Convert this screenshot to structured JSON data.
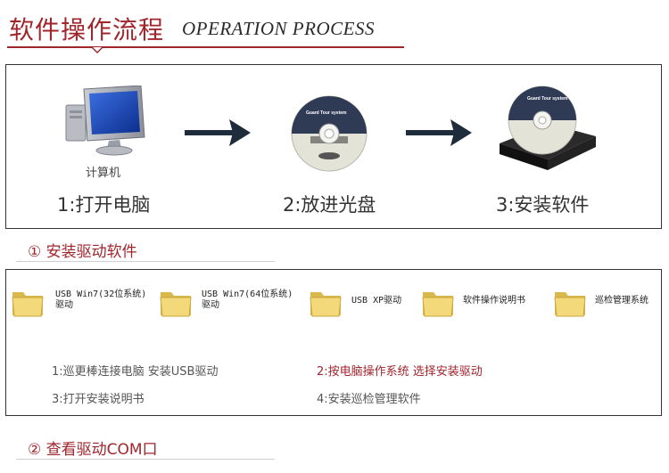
{
  "header": {
    "title_cn": "软件操作流程",
    "title_en": "OPERATION PROCESS"
  },
  "steps": {
    "pc_caption": "计算机",
    "items": [
      {
        "label": "1:打开电脑"
      },
      {
        "label": "2:放进光盘"
      },
      {
        "label": "3:安装软件"
      }
    ],
    "disc_title": "Guard Tour system"
  },
  "section1": {
    "title": "① 安装驱动软件",
    "folders": [
      {
        "line1": "USB Win7(32位系统)",
        "line2": "驱动"
      },
      {
        "line1": "USB Win7(64位系统)",
        "line2": "驱动"
      },
      {
        "line1": "USB XP驱动",
        "line2": ""
      },
      {
        "line1": "软件操作说明书",
        "line2": ""
      },
      {
        "line1": "巡检管理系统",
        "line2": ""
      }
    ],
    "instructions": [
      {
        "text": "1:巡更棒连接电脑  安装USB驱动"
      },
      {
        "text": "2:按电脑操作系统 选择安装驱动"
      },
      {
        "text": "3:打开安装说明书"
      },
      {
        "text": "4:安装巡检管理软件"
      }
    ]
  },
  "section2": {
    "title": "② 查看驱动COM口"
  },
  "colors": {
    "accent": "#a0262c",
    "arrow": "#1e2c3c",
    "folder": "#f3d97a"
  }
}
